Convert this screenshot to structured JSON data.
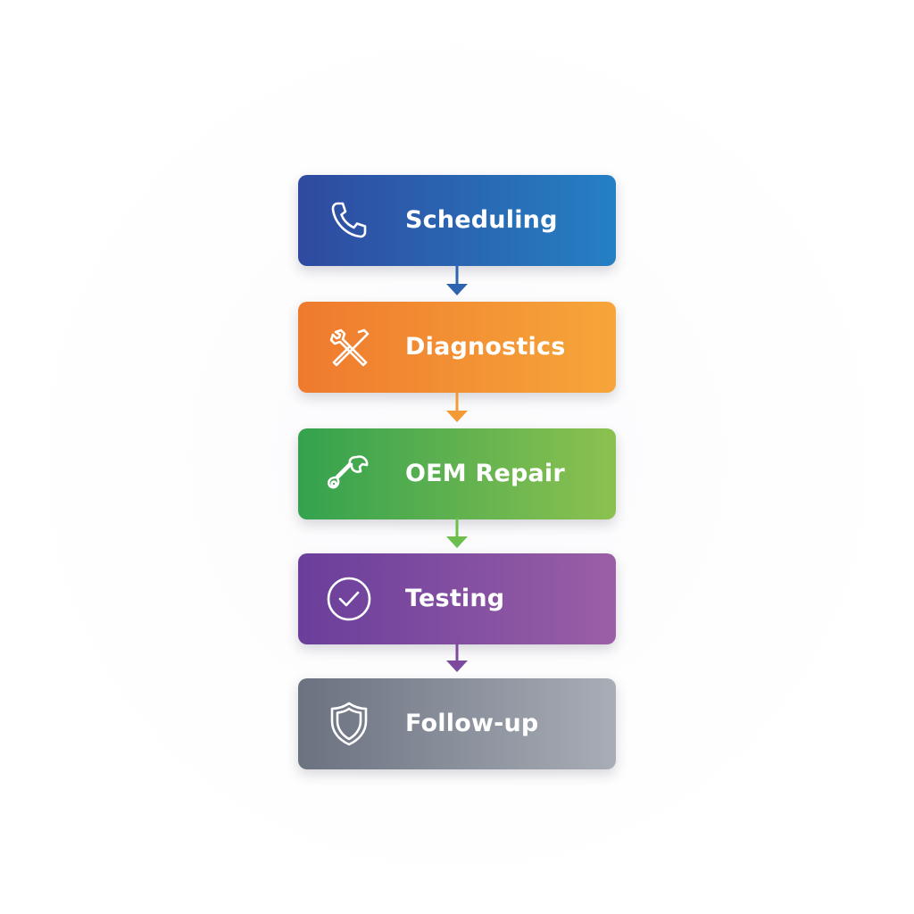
{
  "steps": [
    {
      "label": "Scheduling",
      "icon": "phone-icon",
      "color_start": "#2f4aa0",
      "color_end": "#2580c3"
    },
    {
      "label": "Diagnostics",
      "icon": "tools-icon",
      "color_start": "#ef7a2e",
      "color_end": "#f6a63a"
    },
    {
      "label": "OEM Repair",
      "icon": "wrench-icon",
      "color_start": "#34a24e",
      "color_end": "#8cc150"
    },
    {
      "label": "Testing",
      "icon": "check-circle-icon",
      "color_start": "#6a3e9b",
      "color_end": "#9a5fa6"
    },
    {
      "label": "Follow-up",
      "icon": "shield-icon",
      "color_start": "#6b7280",
      "color_end": "#a8adb6"
    }
  ],
  "arrows": [
    {
      "color": "#2f64b0"
    },
    {
      "color": "#f39a36"
    },
    {
      "color": "#6cbf4c"
    },
    {
      "color": "#7d4a9e"
    }
  ]
}
